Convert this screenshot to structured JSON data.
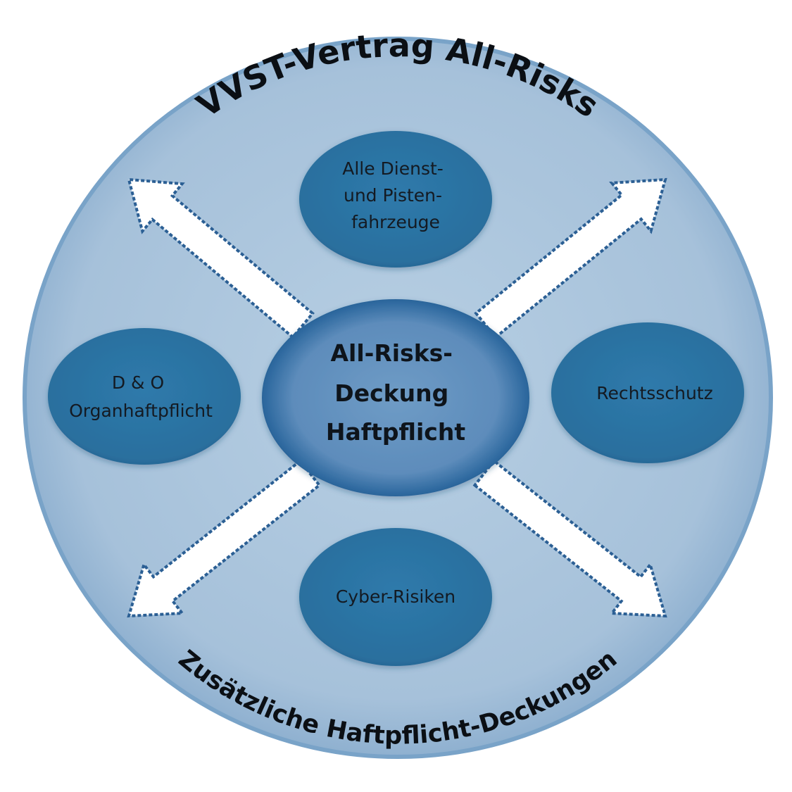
{
  "title_top": "VVST-Vertrag All-Risks",
  "title_bottom": "Zusätzliche Haftpflicht-Deckungen",
  "center": {
    "lines": [
      "All-Risks-",
      "Deckung",
      "Haftpflicht"
    ]
  },
  "nodes": {
    "top": {
      "lines": [
        "Alle Dienst-",
        "und Pisten-",
        "fahrzeuge"
      ]
    },
    "left": {
      "lines": [
        "D & O",
        "Organhaftpflicht"
      ]
    },
    "right": {
      "lines": [
        "Rechtsschutz"
      ]
    },
    "bottom": {
      "lines": [
        "Cyber-Risiken"
      ]
    }
  },
  "colors": {
    "outer_fill": "#a9c4dc",
    "outer_stroke": "#6f9cc3",
    "node_fill": "#2f77a6",
    "center_fill": "#5f8db9",
    "arrow_fill": "#ffffff",
    "arrow_stroke": "#2b5f94"
  }
}
